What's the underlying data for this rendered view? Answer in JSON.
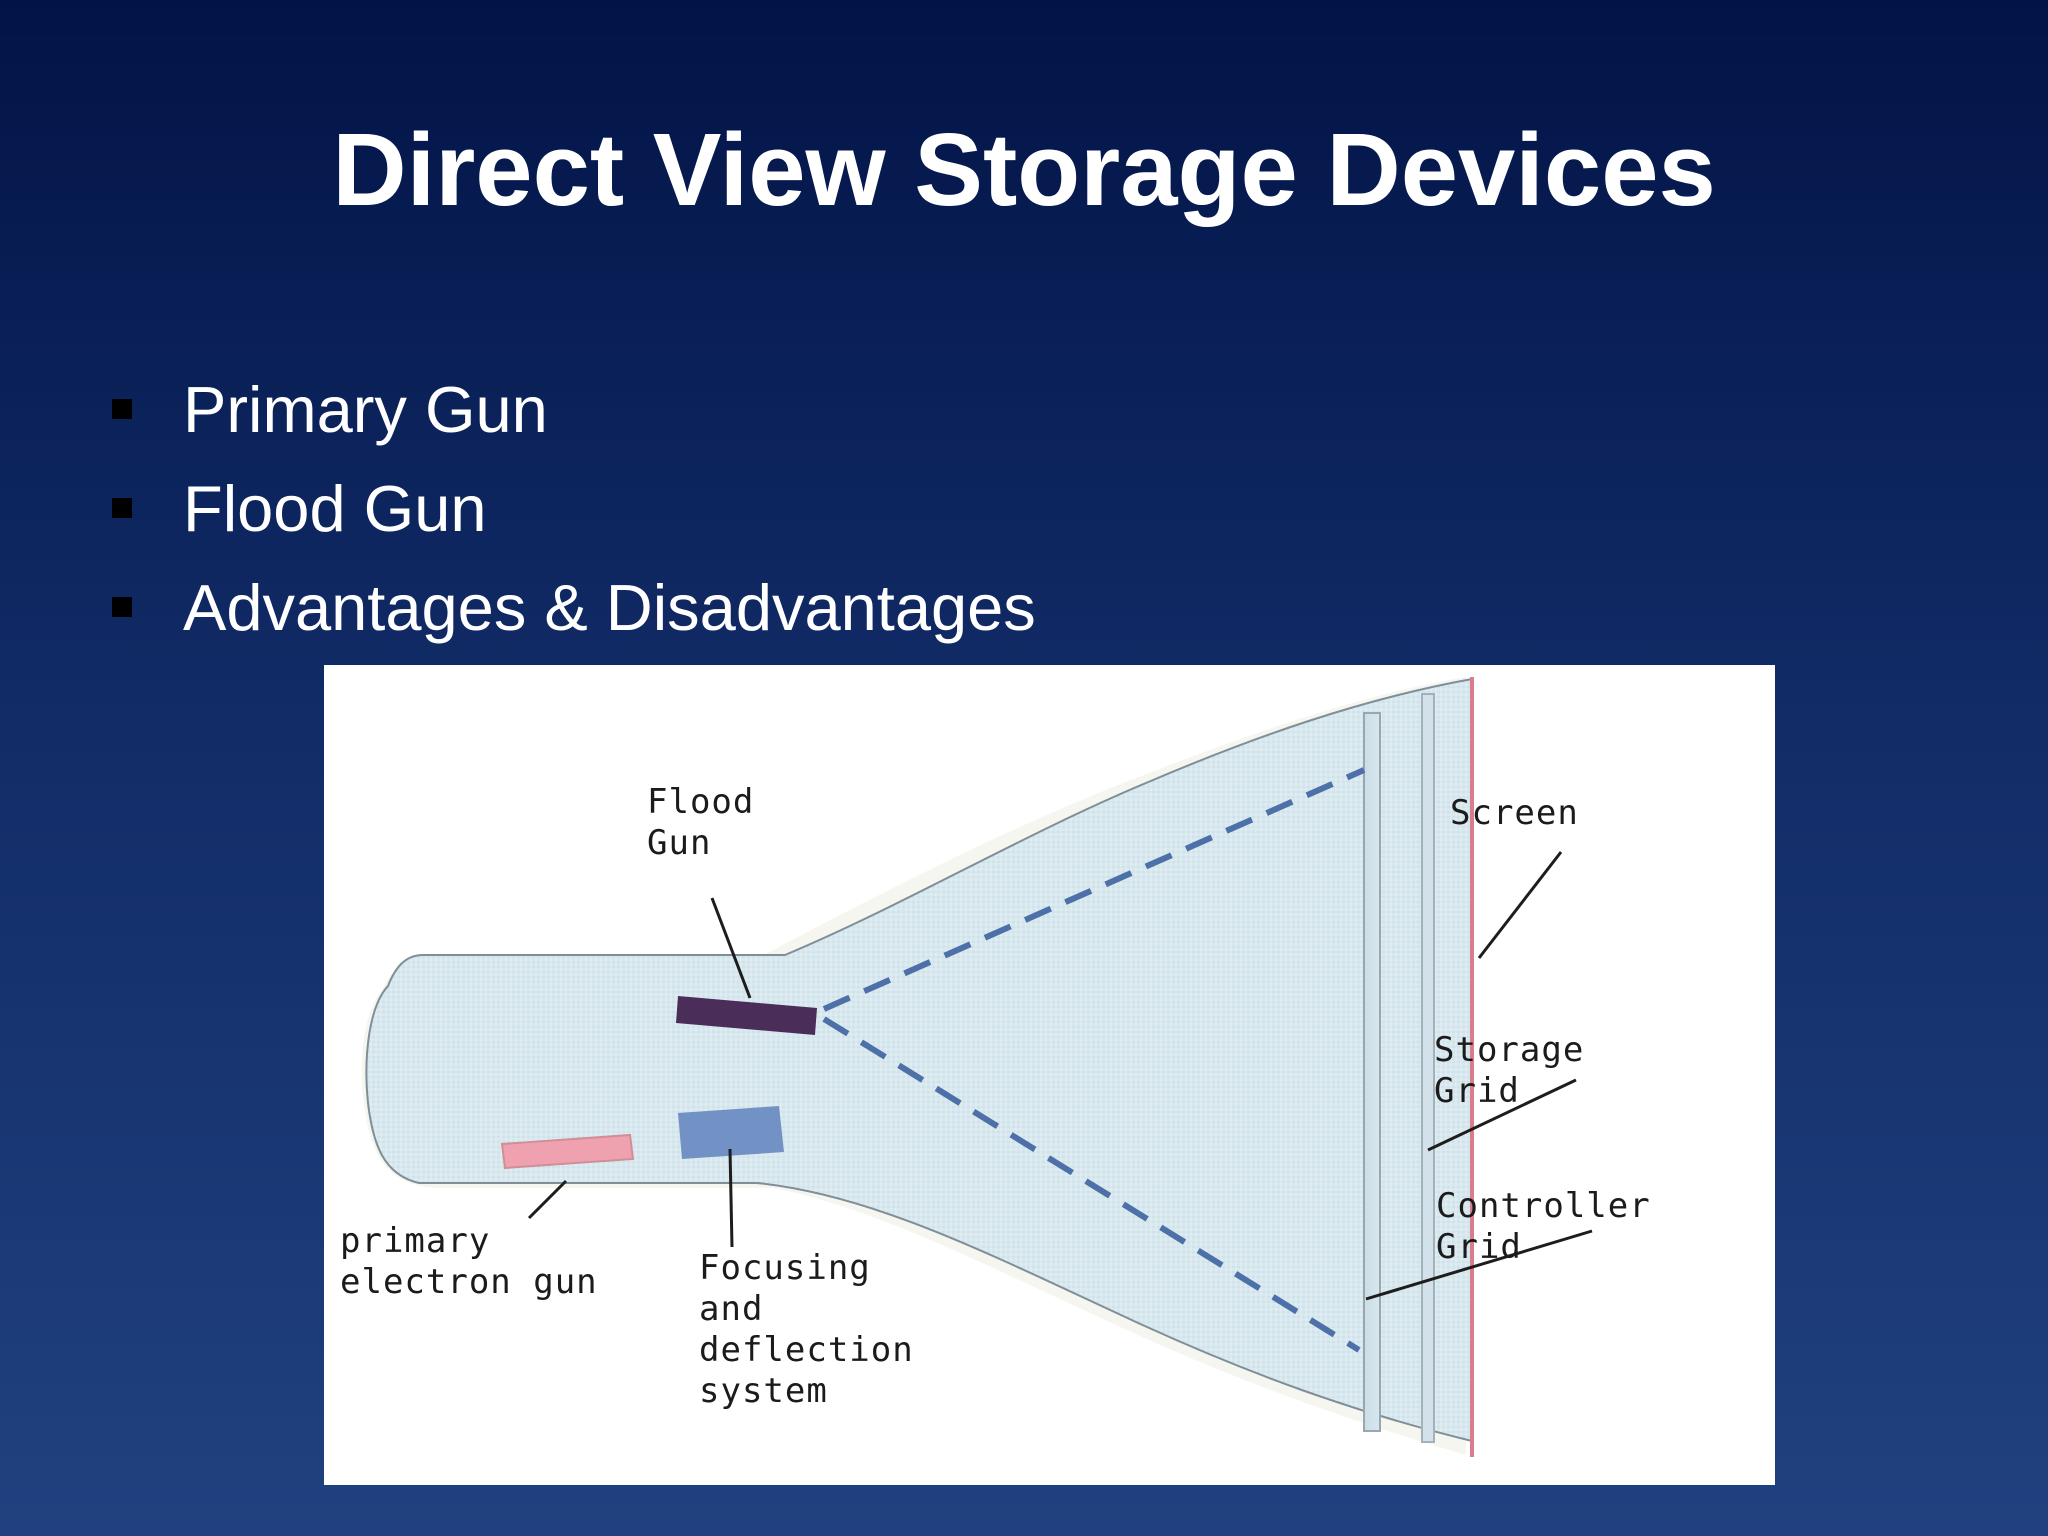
{
  "slide": {
    "title": "Direct View Storage Devices",
    "bullets": [
      "Primary Gun",
      "Flood Gun",
      "Advantages & Disadvantages"
    ]
  },
  "diagram": {
    "labels": {
      "flood_gun": "Flood\nGun",
      "screen": "Screen",
      "storage_grid": "Storage\nGrid",
      "controller_grid": "Controller\nGrid",
      "primary_electron_gun": "primary\nelectron gun",
      "focusing_system": "Focusing\nand\ndeflection\nsystem"
    },
    "colors": {
      "tube_fill": "#d8e8ef",
      "tube_stripe": "#c9dbe4",
      "tube_outline": "#7f8e97",
      "beam": "#4d70a8",
      "flood_gun": "#4a2d58",
      "deflection": "#7292c5",
      "primary_gun": "#f0a1b0",
      "screen_line": "#d97c8e"
    }
  }
}
